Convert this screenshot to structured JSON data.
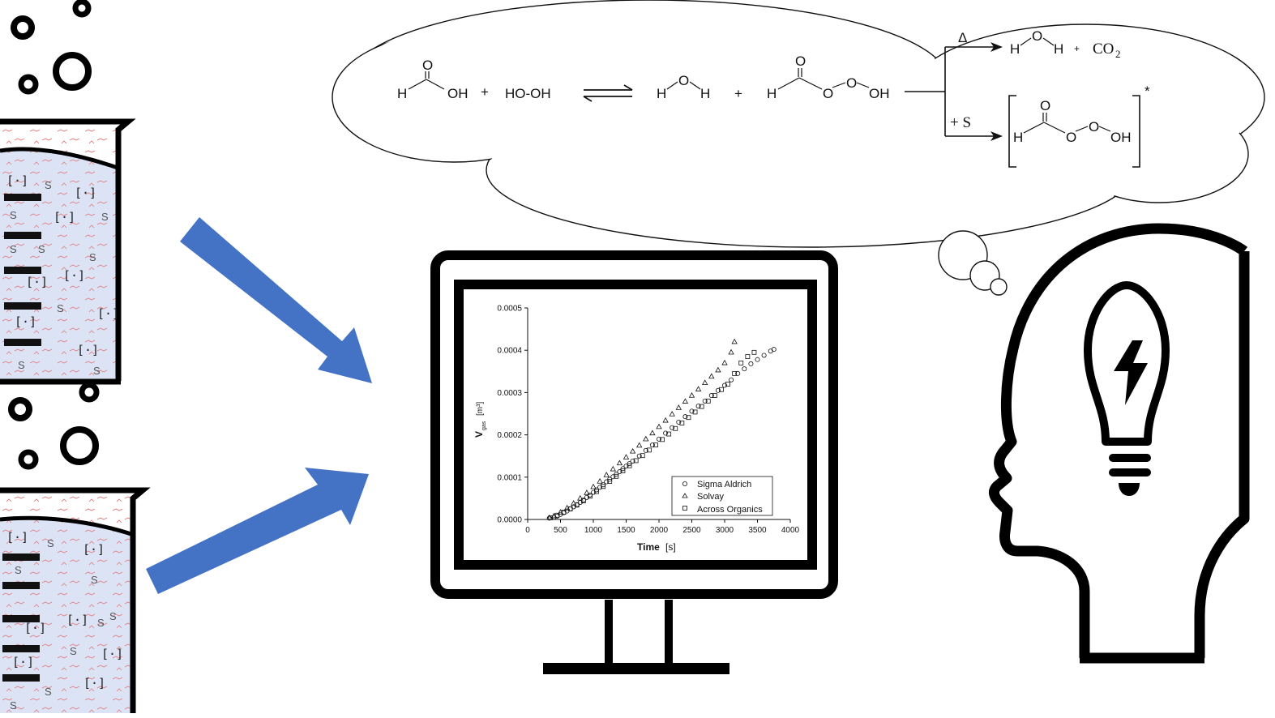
{
  "reaction": {
    "r1_H": "H",
    "r1_O": "O",
    "r1_OH": "OH",
    "plus1": "+",
    "r2": "HO-OH",
    "p1_H1": "H",
    "p1_O": "O",
    "p1_H2": "H",
    "plus2": "+",
    "p2_H": "H",
    "p2_Ocarbonyl": "O",
    "p2_O1": "O",
    "p2_O2": "O",
    "p2_OH": "OH",
    "delta": "Δ",
    "d_H1": "H",
    "d_O": "O",
    "d_H2": "H",
    "d_plus": "+",
    "d_CO2": "CO",
    "d_CO2_sub": "2",
    "plus_s": "+ S",
    "c_H": "H",
    "c_Ocarbonyl": "O",
    "c_O1": "O",
    "c_O2": "O",
    "c_OH": "OH",
    "star": "*"
  },
  "beaker_marks": {
    "s": "S",
    "bracket": "[·]"
  },
  "chart_data": {
    "type": "scatter",
    "xlabel": "Time",
    "xunit": "[s]",
    "ylabel": "V",
    "ylabel_sub": "gas",
    "yunit": "[m³]",
    "xlim": [
      0,
      4000
    ],
    "ylim": [
      0,
      0.0005
    ],
    "xticks": [
      "0",
      "500",
      "1000",
      "1500",
      "2000",
      "2500",
      "3000",
      "3500",
      "4000"
    ],
    "yticks": [
      "0.0000",
      "0.0001",
      "0.0002",
      "0.0003",
      "0.0004",
      "0.0005"
    ],
    "legend_position": "bottom-right",
    "series": [
      {
        "name": "Sigma Aldrich",
        "marker": "circle",
        "x": [
          330,
          400,
          450,
          500,
          550,
          600,
          650,
          700,
          750,
          800,
          850,
          900,
          950,
          1000,
          1050,
          1100,
          1150,
          1200,
          1250,
          1300,
          1350,
          1400,
          1450,
          1500,
          1550,
          1600,
          1700,
          1800,
          1900,
          2000,
          2100,
          2200,
          2300,
          2400,
          2500,
          2600,
          2700,
          2800,
          2900,
          3000,
          3100,
          3200,
          3300,
          3400,
          3500,
          3600,
          3700,
          3750
        ],
        "y": [
          3e-06,
          5e-06,
          8e-06,
          1.2e-05,
          1.6e-05,
          2e-05,
          2.5e-05,
          3e-05,
          3.5e-05,
          4e-05,
          4.6e-05,
          5.2e-05,
          5.8e-05,
          6.4e-05,
          7e-05,
          7.6e-05,
          8.2e-05,
          8.9e-05,
          9.5e-05,
          0.000101,
          0.000107,
          0.000113,
          0.00012,
          0.000126,
          0.000132,
          0.000138,
          0.00015,
          0.000163,
          0.000176,
          0.00019,
          0.000204,
          0.000217,
          0.00023,
          0.000243,
          0.000256,
          0.000268,
          0.00028,
          0.000293,
          0.000305,
          0.000317,
          0.00033,
          0.000345,
          0.000356,
          0.000368,
          0.000378,
          0.000388,
          0.000398,
          0.000402
        ]
      },
      {
        "name": "Solvay",
        "marker": "triangle",
        "x": [
          330,
          400,
          500,
          600,
          700,
          800,
          900,
          1000,
          1100,
          1200,
          1300,
          1400,
          1500,
          1600,
          1700,
          1800,
          1900,
          2000,
          2100,
          2200,
          2300,
          2400,
          2500,
          2600,
          2700,
          2800,
          2900,
          3000,
          3100,
          3150
        ],
        "y": [
          4e-06,
          8e-06,
          1.7e-05,
          2.7e-05,
          3.8e-05,
          5e-05,
          6.3e-05,
          7.7e-05,
          9e-05,
          0.000105,
          0.000119,
          0.000133,
          0.000147,
          0.000161,
          0.000175,
          0.00019,
          0.000204,
          0.000219,
          0.000234,
          0.000249,
          0.000264,
          0.000279,
          0.000293,
          0.000308,
          0.000323,
          0.000338,
          0.000353,
          0.00037,
          0.000395,
          0.00042
        ]
      },
      {
        "name": "Across Organics",
        "marker": "square",
        "x": [
          350,
          450,
          550,
          650,
          750,
          850,
          950,
          1050,
          1150,
          1250,
          1350,
          1450,
          1550,
          1650,
          1750,
          1850,
          1950,
          2050,
          2150,
          2250,
          2350,
          2450,
          2550,
          2650,
          2750,
          2850,
          2950,
          3050,
          3150,
          3250,
          3350,
          3450
        ],
        "y": [
          4e-06,
          1e-05,
          1.7e-05,
          2.5e-05,
          3.4e-05,
          4.4e-05,
          5.5e-05,
          6.6e-05,
          7.8e-05,
          9e-05,
          0.000102,
          0.000115,
          0.000127,
          0.000139,
          0.000151,
          0.000164,
          0.000176,
          0.000189,
          0.000202,
          0.000215,
          0.000228,
          0.000241,
          0.000254,
          0.000267,
          0.00028,
          0.000293,
          0.000307,
          0.00032,
          0.000345,
          0.00037,
          0.000385,
          0.000395
        ]
      }
    ]
  }
}
